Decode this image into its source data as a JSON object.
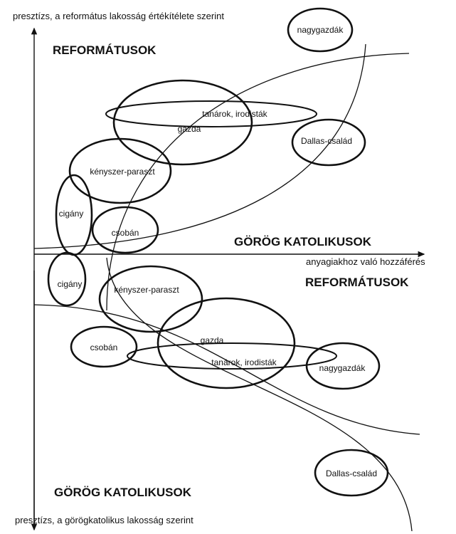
{
  "top": {
    "y_axis_label": "presztízs, a református lakosság értékítélete szerint",
    "group_upper": "REFORMÁTUSOK",
    "group_lower": "GÖRÖG KATOLIKUSOK",
    "items": {
      "nagygazdak": "nagygazdák",
      "tanarok": "tanárok, irodisták",
      "gazda": "gazda",
      "dallas": "Dallas-család",
      "kenyszer": "kényszer-paraszt",
      "cigany": "cigány",
      "csoban": "csobán"
    }
  },
  "x_axis_label": "anyagiakhoz való hozzáférés",
  "bottom": {
    "y_axis_label": "presztízs, a görögkatolikus lakosság szerint",
    "group_upper": "REFORMÁTUSOK",
    "group_lower": "GÖRÖG KATOLIKUSOK",
    "items": {
      "cigany": "cigány",
      "kenyszer": "kényszer-paraszt",
      "gazda": "gazda",
      "csoban": "csobán",
      "tanarok": "tanárok, irodisták",
      "nagygazdak": "nagygazdák",
      "dallas": "Dallas-család"
    }
  }
}
